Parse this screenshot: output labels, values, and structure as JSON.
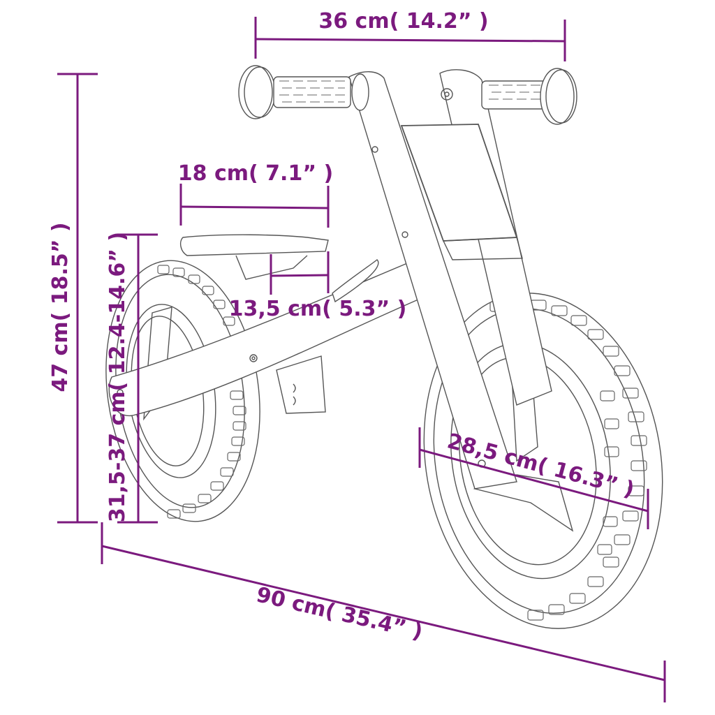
{
  "diagram": {
    "subject": "Balance bike",
    "accent_color": "#7b1a7e",
    "line_color": "#444444",
    "dimensions": {
      "handlebar_width": "36 cm( 14.2” )",
      "seat_length": "18 cm( 7.1” )",
      "seat_width": "13,5 cm( 5.3” )",
      "total_height": "47 cm( 18.5” )",
      "seat_height": "31,5-37 cm( 12.4-14.6” )",
      "wheel_diameter": "28,5 cm( 16.3” )",
      "total_length": "90 cm( 35.4” )"
    }
  }
}
